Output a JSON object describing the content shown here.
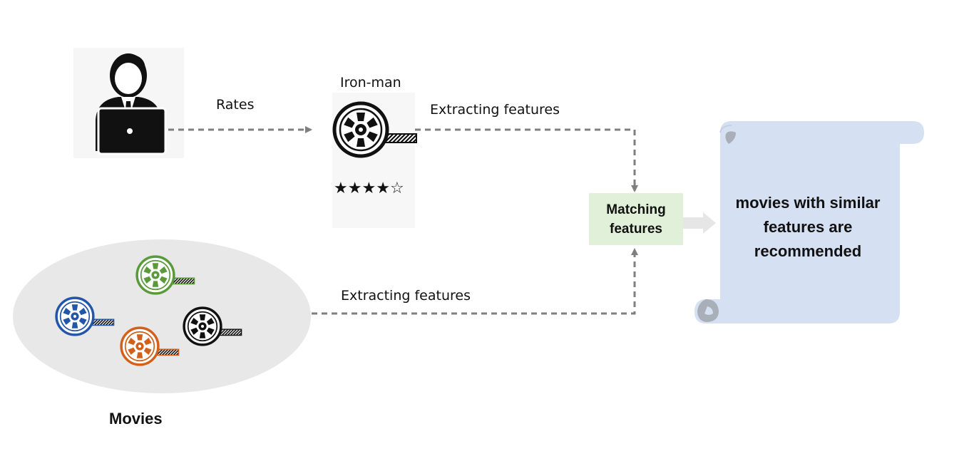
{
  "labels": {
    "rates": "Rates",
    "movie_title": "Iron-man",
    "extract_top": "Extracting features",
    "extract_bottom": "Extracting features",
    "movies": "Movies",
    "matching": "Matching features",
    "result": "movies with similar features are recommended"
  },
  "rating": {
    "filled": 4,
    "total": 5,
    "filled_glyph": "★",
    "empty_glyph": "☆"
  },
  "reels": [
    {
      "name": "iron-man-reel",
      "color": "#111111"
    },
    {
      "name": "green-reel",
      "color": "#5a9a3a"
    },
    {
      "name": "blue-reel",
      "color": "#2456a8"
    },
    {
      "name": "orange-reel",
      "color": "#d2601a"
    },
    {
      "name": "black-reel",
      "color": "#111111"
    }
  ],
  "colors": {
    "arrow": "#7f7f7f",
    "matching_box": "#e1f0d8",
    "scroll": "#d6e0f3",
    "scroll_curl": "#a9afb8",
    "movies_ellipse": "#e9e8e8"
  },
  "icons": {
    "user": "user-laptop-icon",
    "reel": "film-reel-icon",
    "scroll": "scroll-icon"
  }
}
